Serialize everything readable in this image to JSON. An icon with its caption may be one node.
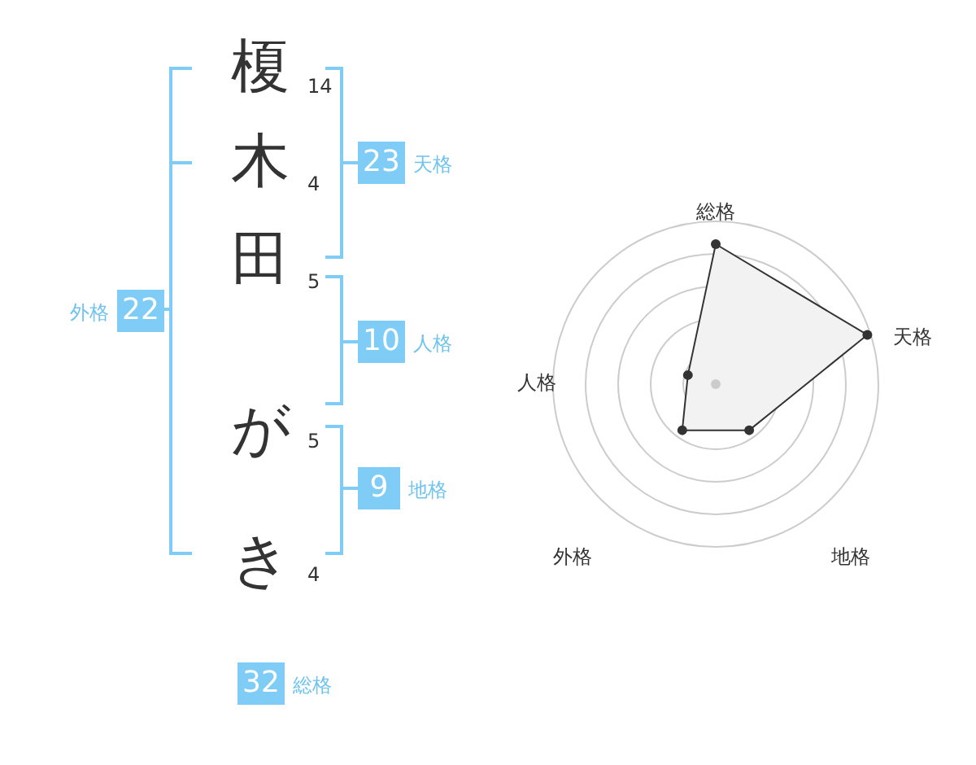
{
  "diagram": {
    "nodes": [
      {
        "text": [
          "23"
        ],
        "beside": [
          "天格"
        ]
      },
      {
        "text": [
          "10"
        ],
        "beside": [
          "人格"
        ]
      },
      {
        "text": [
          "9"
        ],
        "beside": [
          "地格"
        ]
      },
      {
        "text": [
          "22"
        ],
        "beside": [
          "外格"
        ]
      },
      {
        "text": [
          "32"
        ],
        "beside": [
          "総格"
        ]
      }
    ],
    "labels": [
      "榎",
      "14",
      "木",
      "4",
      "田",
      "5",
      "が",
      "5",
      "き",
      "4",
      "総格",
      "人格",
      "天格",
      "外格",
      "地格"
    ]
  }
}
